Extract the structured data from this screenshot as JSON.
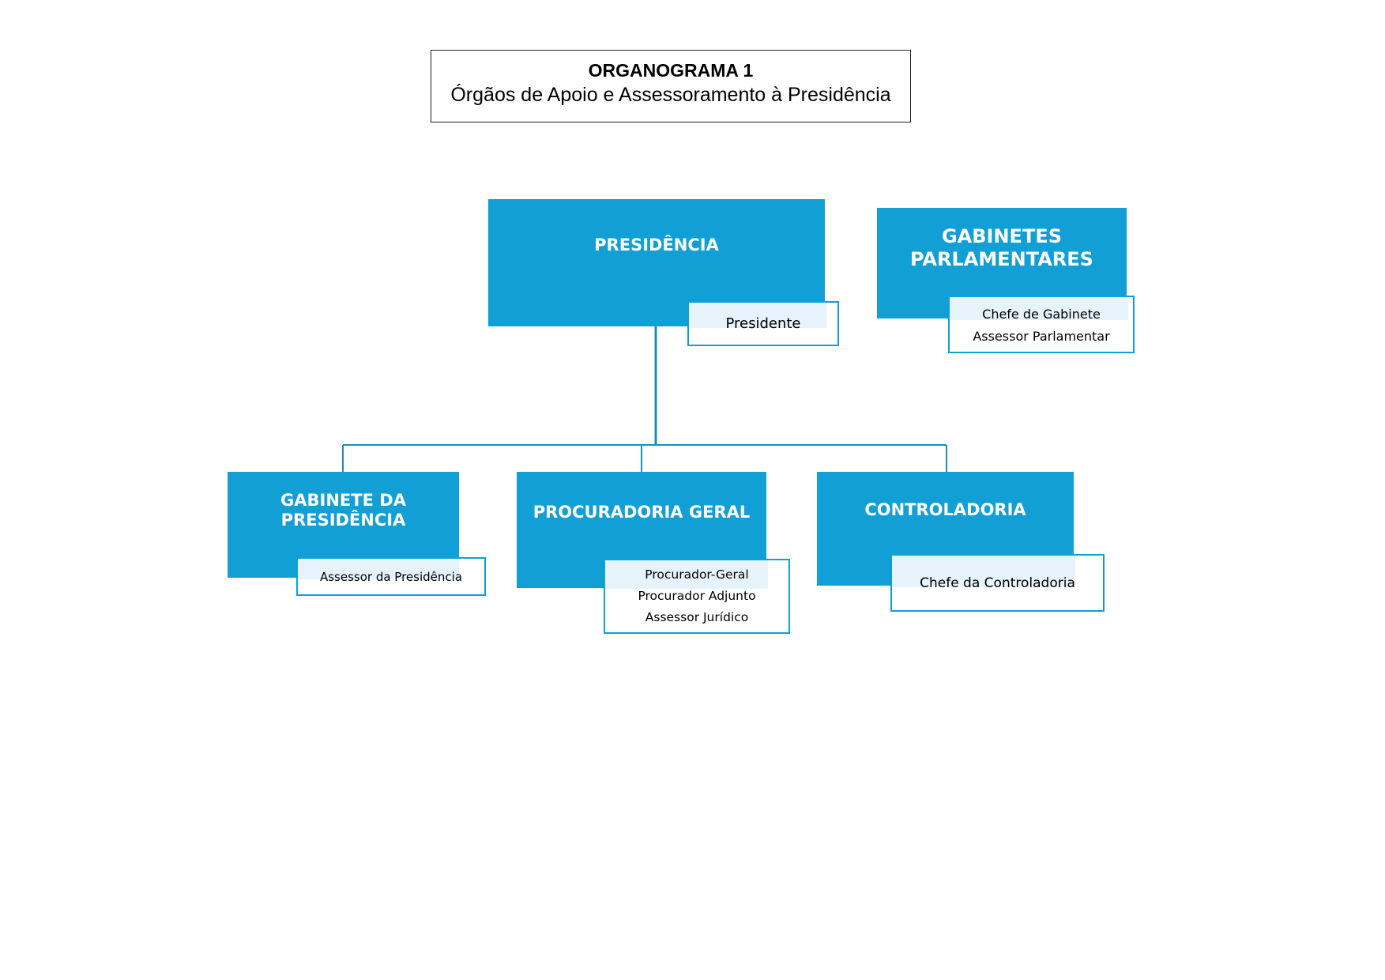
{
  "header": {
    "title": "ORGANOGRAMA 1",
    "subtitle": "Órgãos de Apoio e Assessoramento à Presidência"
  },
  "units": {
    "presidencia": {
      "name": "PRESIDÊNCIA",
      "roles": [
        "Presidente"
      ]
    },
    "gabinetes_parlamentares": {
      "name": "GABINETES\nPARLAMENTARES",
      "roles": [
        "Chefe de Gabinete",
        "Assessor Parlamentar"
      ]
    },
    "gabinete_presidencia": {
      "name": "GABINETE DA\nPRESIDÊNCIA",
      "roles": [
        "Assessor da Presidência"
      ]
    },
    "procuradoria_geral": {
      "name": "PROCURADORIA GERAL",
      "roles": [
        "Procurador-Geral",
        "Procurador Adjunto",
        "Assessor Jurídico"
      ]
    },
    "controladoria": {
      "name": "CONTROLADORIA",
      "roles": [
        "Chefe da Controladoria"
      ]
    }
  },
  "colors": {
    "unit_fill": "#129fd6",
    "connector": "#1a8ec4",
    "role_border": "#129fd6",
    "role_tint": "#e6f3fa"
  }
}
